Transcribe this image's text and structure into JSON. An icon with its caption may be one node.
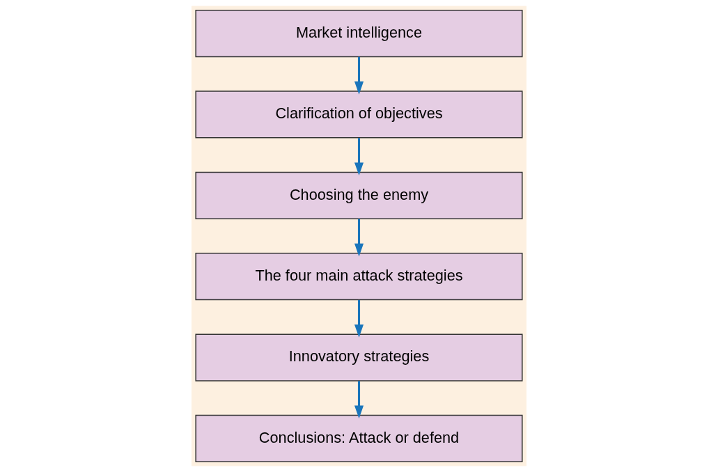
{
  "diagram": {
    "nodes": [
      {
        "text": [
          "Market intelligence"
        ]
      },
      {
        "text": [
          "Clarification of objectives"
        ]
      },
      {
        "text": [
          "Choosing the enemy"
        ]
      },
      {
        "text": [
          "The four main attack strategies"
        ]
      },
      {
        "text": [
          "Innovatory strategies"
        ]
      },
      {
        "text": [
          "Conclusions: Attack or defend"
        ]
      }
    ],
    "edges": [
      {
        "from": 0,
        "to": 1,
        "arrow": "to"
      },
      {
        "from": 1,
        "to": 2,
        "arrow": "to"
      },
      {
        "from": 2,
        "to": 3,
        "arrow": "to"
      },
      {
        "from": 3,
        "to": 4,
        "arrow": "to"
      },
      {
        "from": 4,
        "to": 5,
        "arrow": "to"
      }
    ]
  }
}
